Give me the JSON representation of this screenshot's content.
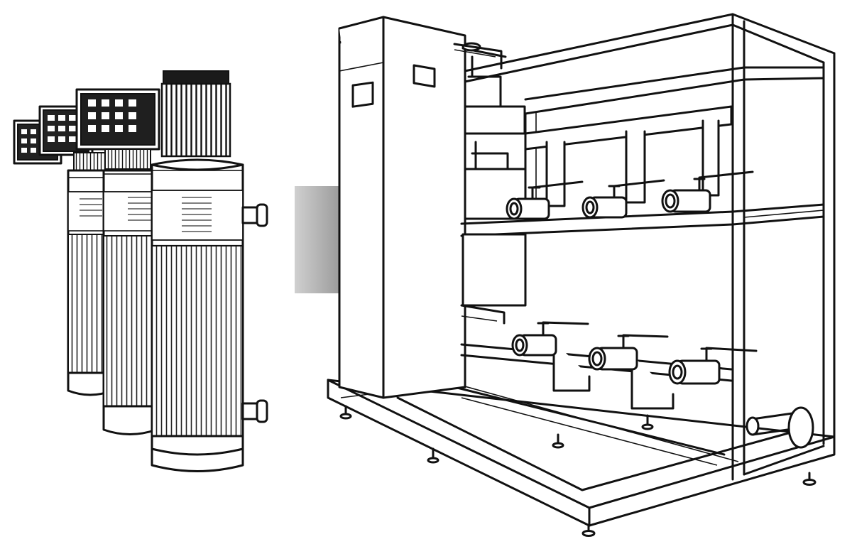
{
  "figure": {
    "left_group": {
      "units": [
        {
          "id": "unit-1",
          "display_cells": [
            3,
            3
          ]
        },
        {
          "id": "unit-2",
          "display_cells": [
            3,
            3
          ]
        },
        {
          "id": "unit-3",
          "display_cells": [
            4,
            3
          ]
        }
      ],
      "ports": 2
    },
    "arrow": {
      "direction": "right",
      "gradient": [
        "#d0d0d0",
        "#2a2a2a"
      ]
    },
    "right_skid": {
      "valves_upper": 3,
      "valves_lower": 3,
      "feet": 6
    }
  },
  "colors": {
    "line": "#111111",
    "background": "#ffffff",
    "motor_cap": "#1a1a1a"
  }
}
